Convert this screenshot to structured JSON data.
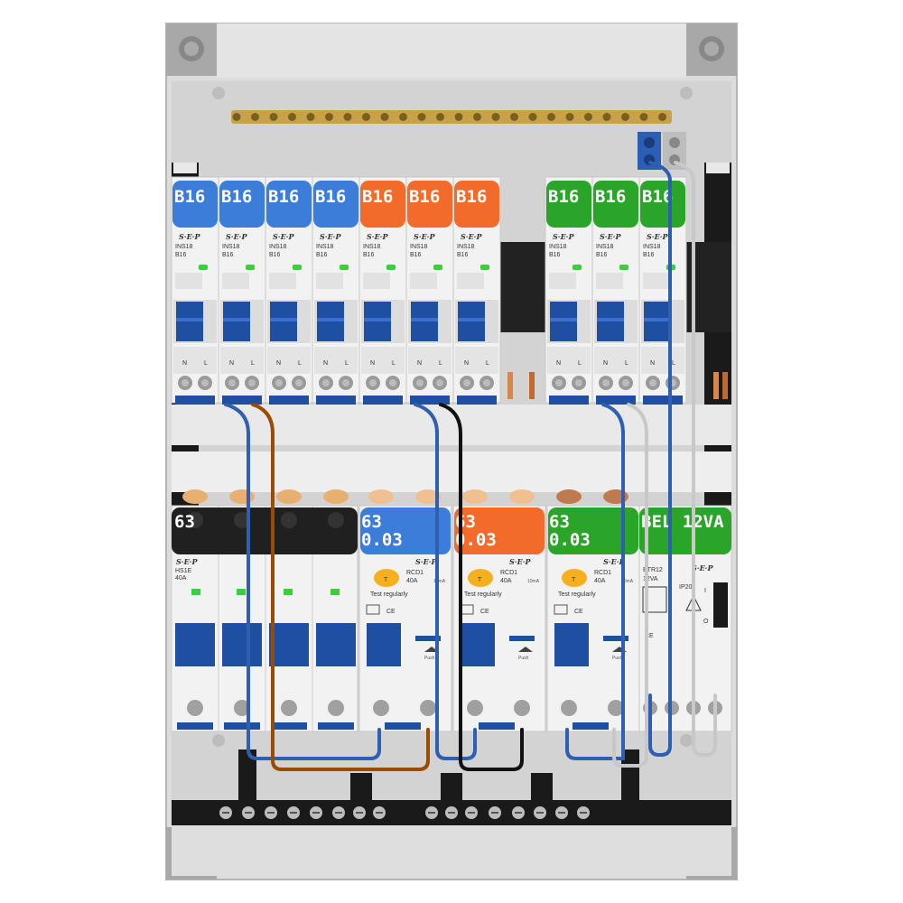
{
  "colors": {
    "blue": "#3b7dd8",
    "orange": "#f26b2a",
    "green": "#2aa52a",
    "black": "#202020",
    "switch_blue": "#1f4fa0",
    "wire_blue": "#2e5fb0",
    "wire_brown": "#9a4b00",
    "wire_black": "#111111",
    "wire_grey": "#bdbdbd",
    "busbar_brass": "#c9a14a"
  },
  "mcb_row": {
    "breakers": [
      {
        "label": "B16",
        "color": "blue"
      },
      {
        "label": "B16",
        "color": "blue"
      },
      {
        "label": "B16",
        "color": "blue"
      },
      {
        "label": "B16",
        "color": "blue"
      },
      {
        "label": "B16",
        "color": "orange"
      },
      {
        "label": "B16",
        "color": "orange"
      },
      {
        "label": "B16",
        "color": "orange"
      },
      {
        "label": "B16",
        "color": "green"
      },
      {
        "label": "B16",
        "color": "green"
      },
      {
        "label": "B16",
        "color": "green"
      }
    ],
    "brand": "S·E·P",
    "model": "INS18",
    "rating": "B16",
    "terminal_n": "N",
    "terminal_l": "L"
  },
  "lower_row": {
    "main_switch": {
      "label": "63",
      "model": "HS1E",
      "rating": "40A"
    },
    "rcds": [
      {
        "label_line1": "63",
        "label_line2": "0.03",
        "color": "blue",
        "model": "RCD1",
        "rating": "40A",
        "sensitivity": "10mA",
        "test_text": "Test regularly",
        "test_button": "T",
        "pushbutton": "Push"
      },
      {
        "label_line1": "63",
        "label_line2": "0.03",
        "color": "orange",
        "model": "RCD1",
        "rating": "40A",
        "sensitivity": "10mA",
        "test_text": "Test regularly",
        "test_button": "T",
        "pushbutton": "Push"
      },
      {
        "label_line1": "63",
        "label_line2": "0.03",
        "color": "green",
        "model": "RCD1",
        "rating": "40A",
        "sensitivity": "10mA",
        "test_text": "Test regularly",
        "test_button": "T",
        "pushbutton": "Push"
      }
    ],
    "transformer": {
      "label": "BEL 12VA",
      "model": "BTR12",
      "rating": "12VA",
      "ip": "IP20",
      "ce": "CE",
      "switch_on": "I",
      "switch_off": "O"
    }
  }
}
